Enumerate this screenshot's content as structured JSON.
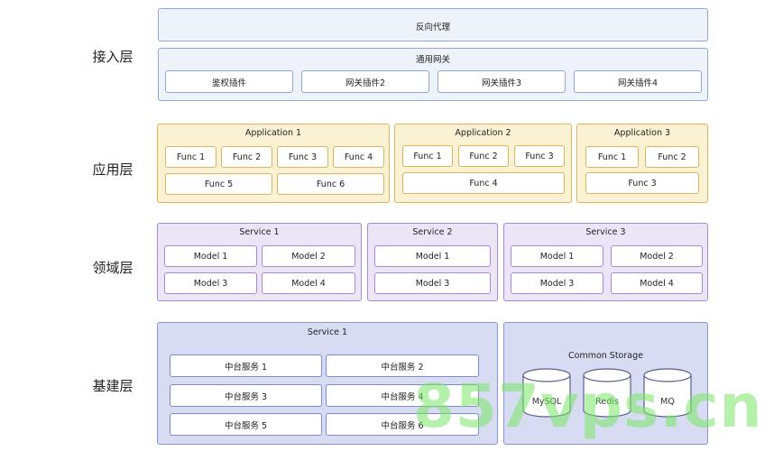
{
  "layers": {
    "access": "接入层",
    "application": "应用层",
    "domain": "领域层",
    "infrastructure": "基建层"
  },
  "access": {
    "reverse_proxy": "反向代理",
    "gateway": {
      "title": "通用网关",
      "plugins": [
        "鉴权插件",
        "网关插件2",
        "网关插件3",
        "网关插件4"
      ]
    }
  },
  "applications": [
    {
      "title": "Application 1",
      "funcs": [
        "Func 1",
        "Func 2",
        "Func 3",
        "Func 4",
        "Func 5",
        "Func 6"
      ]
    },
    {
      "title": "Application 2",
      "funcs": [
        "Func 1",
        "Func 2",
        "Func 3",
        "Func 4"
      ]
    },
    {
      "title": "Application 3",
      "funcs": [
        "Func 1",
        "Func 2",
        "Func 3"
      ]
    }
  ],
  "domain_services": [
    {
      "title": "Service 1",
      "models": [
        "Model 1",
        "Model 2",
        "Model 3",
        "Model 4"
      ]
    },
    {
      "title": "Service 2",
      "models": [
        "Model 1",
        "Model 3"
      ]
    },
    {
      "title": "Service 3",
      "models": [
        "Model 1",
        "Model 2",
        "Model 3",
        "Model 4"
      ]
    }
  ],
  "infrastructure": {
    "service": {
      "title": "Service 1",
      "items": [
        "中台服务 1",
        "中台服务 2",
        "中台服务 3",
        "中台服务 4",
        "中台服务 5",
        "中台服务 6"
      ]
    },
    "storage": {
      "title": "Common Storage",
      "items": [
        "MySQL",
        "Redis",
        "MQ"
      ]
    }
  },
  "watermark": "857vps.cn",
  "colors": {
    "access_fill": "#eef3fb",
    "access_border": "#8ea9d8",
    "app_fill": "#fbf1d3",
    "app_border": "#ddb45a",
    "domain_fill": "#ece4f7",
    "domain_border": "#a58ad8",
    "infra_fill": "#d7dcf3",
    "infra_border": "#8b95d3"
  }
}
